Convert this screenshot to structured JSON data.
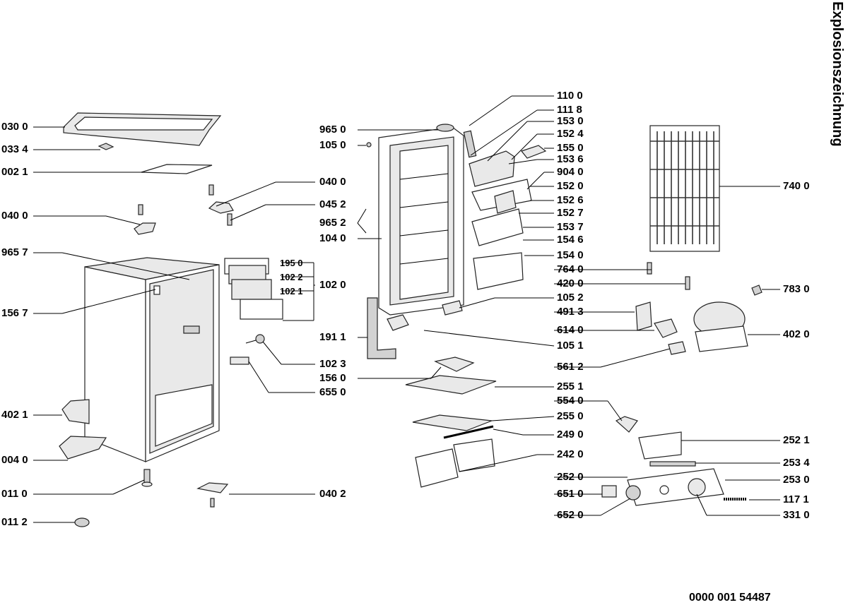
{
  "title": "Explosionszeichnung",
  "document_number": "0000 001 54487",
  "labels_left": [
    {
      "key": "l0300",
      "text": "030 0"
    },
    {
      "key": "l0334",
      "text": "033 4"
    },
    {
      "key": "l0021",
      "text": "002 1"
    },
    {
      "key": "l0400",
      "text": "040 0"
    },
    {
      "key": "l9657",
      "text": "965 7"
    },
    {
      "key": "l1567",
      "text": "156 7"
    },
    {
      "key": "l4021",
      "text": "402 1"
    },
    {
      "key": "l0040",
      "text": "004 0"
    },
    {
      "key": "l0110",
      "text": "011 0"
    },
    {
      "key": "l0112",
      "text": "011 2"
    }
  ],
  "labels_center": [
    {
      "key": "c0400",
      "text": "040 0"
    },
    {
      "key": "c0452",
      "text": "045 2"
    },
    {
      "key": "c9650",
      "text": "965 0"
    },
    {
      "key": "c1050",
      "text": "105 0"
    },
    {
      "key": "c9652",
      "text": "965 2"
    },
    {
      "key": "c1040",
      "text": "104 0"
    },
    {
      "key": "c1950",
      "text": "195 0"
    },
    {
      "key": "c1022",
      "text": "102 2"
    },
    {
      "key": "c1021",
      "text": "102 1"
    },
    {
      "key": "c1020",
      "text": "102 0"
    },
    {
      "key": "c1911",
      "text": "191 1"
    },
    {
      "key": "c1023",
      "text": "102 3"
    },
    {
      "key": "c1560",
      "text": "156 0"
    },
    {
      "key": "c6550",
      "text": "655 0"
    },
    {
      "key": "c0402",
      "text": "040 2"
    }
  ],
  "labels_right": [
    {
      "key": "r1100",
      "text": "110 0"
    },
    {
      "key": "r1118",
      "text": "111 8"
    },
    {
      "key": "r1530",
      "text": "153 0"
    },
    {
      "key": "r1524",
      "text": "152 4"
    },
    {
      "key": "r1550",
      "text": "155 0"
    },
    {
      "key": "r1536",
      "text": "153 6"
    },
    {
      "key": "r9040",
      "text": "904 0"
    },
    {
      "key": "r1520",
      "text": "152 0"
    },
    {
      "key": "r1526",
      "text": "152 6"
    },
    {
      "key": "r1527",
      "text": "152 7"
    },
    {
      "key": "r1537",
      "text": "153 7"
    },
    {
      "key": "r1546",
      "text": "154 6"
    },
    {
      "key": "r1540",
      "text": "154 0"
    },
    {
      "key": "r7640",
      "text": "764 0"
    },
    {
      "key": "r4200",
      "text": "420 0"
    },
    {
      "key": "r1052",
      "text": "105 2"
    },
    {
      "key": "r4913",
      "text": "491 3"
    },
    {
      "key": "r6140",
      "text": "614 0"
    },
    {
      "key": "r1051",
      "text": "105 1"
    },
    {
      "key": "r5612",
      "text": "561 2"
    },
    {
      "key": "r2551",
      "text": "255 1"
    },
    {
      "key": "r5540",
      "text": "554 0"
    },
    {
      "key": "r2550",
      "text": "255 0"
    },
    {
      "key": "r2490",
      "text": "249 0"
    },
    {
      "key": "r2420",
      "text": "242 0"
    },
    {
      "key": "r2520",
      "text": "252 0"
    },
    {
      "key": "r6510",
      "text": "651 0"
    },
    {
      "key": "r6520",
      "text": "652 0"
    },
    {
      "key": "r7400",
      "text": "740 0"
    },
    {
      "key": "r7830",
      "text": "783 0"
    },
    {
      "key": "r4020",
      "text": "402 0"
    },
    {
      "key": "r2521",
      "text": "252 1"
    },
    {
      "key": "r2534",
      "text": "253 4"
    },
    {
      "key": "r2530",
      "text": "253 0"
    },
    {
      "key": "r1171",
      "text": "117 1"
    },
    {
      "key": "r3310",
      "text": "331 0"
    }
  ]
}
